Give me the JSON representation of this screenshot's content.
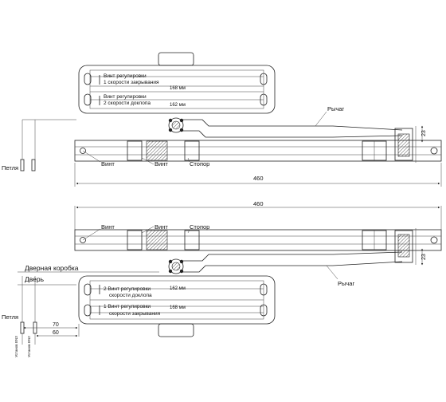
{
  "top_view": {
    "screw1_label_line1": "Винт регулировки",
    "screw1_label_line2": "1 скорости закрывания",
    "screw1_dim": "168 мм",
    "screw2_label_line1": "Винт регулировки",
    "screw2_label_line2": "2 скорости доклопа",
    "screw2_dim": "162 мм",
    "lever_label": "Рычаг",
    "hinge_label": "Петля",
    "arm_screw_label": "Винт",
    "arm_screw2_label": "Винт",
    "stopper_label": "Стопор",
    "arm_length": "460",
    "side_dim": "23"
  },
  "bottom_view": {
    "arm_length": "460",
    "arm_screw_label": "Винт",
    "arm_screw2_label": "Винт",
    "stopper_label": "Стопор",
    "side_dim": "23",
    "door_frame_label": "Дверная коробка",
    "door_label": "Дверь",
    "lever_label": "Рычаг",
    "screw2_label_line1": "2 Винт регулировки",
    "screw2_label_line2": "скорости доклопа",
    "screw2_dim": "162 мм",
    "screw1_label_line1": "1 Винт регулировки",
    "screw1_label_line2": "скорости закрывания",
    "screw1_dim": "168 мм",
    "hinge_label": "Петля",
    "dim_70": "70",
    "dim_60": "60",
    "install_en3": "Установ EN3",
    "install_en2": "Установ EN2"
  }
}
